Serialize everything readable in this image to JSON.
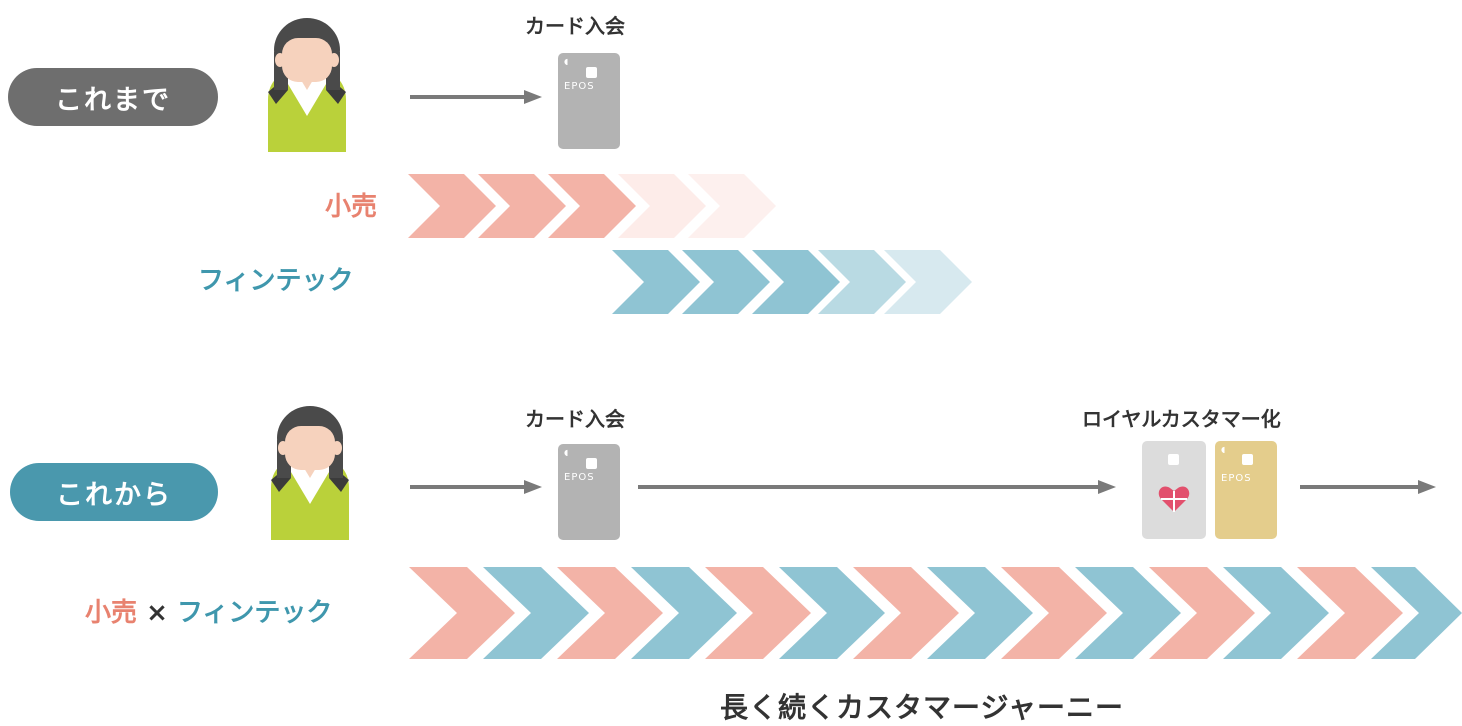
{
  "before": {
    "pill_label": "これまで",
    "caption": "カード入会",
    "card_logo": "EPOS",
    "retail_label": "小売",
    "fintech_label": "フィンテック"
  },
  "after": {
    "pill_label": "これから",
    "caption_join": "カード入会",
    "caption_loyal": "ロイヤルカスタマー化",
    "card_logo": "EPOS",
    "gold_card_logo": "EPOS",
    "retail_label": "小売",
    "times": "×",
    "fintech_label": "フィンテック"
  },
  "journey_label": "長く続くカスタマージャーニー",
  "colors": {
    "retail": "#f3b3a7",
    "fintech": "#8fc4d3",
    "pill_before": "#6e6e6e",
    "pill_after": "#4a98ad",
    "arrow": "#7a7a7a",
    "card_silver": "#b3b3b3",
    "card_gold": "#e4cd8c",
    "card_heart": "#dcdcdc"
  }
}
